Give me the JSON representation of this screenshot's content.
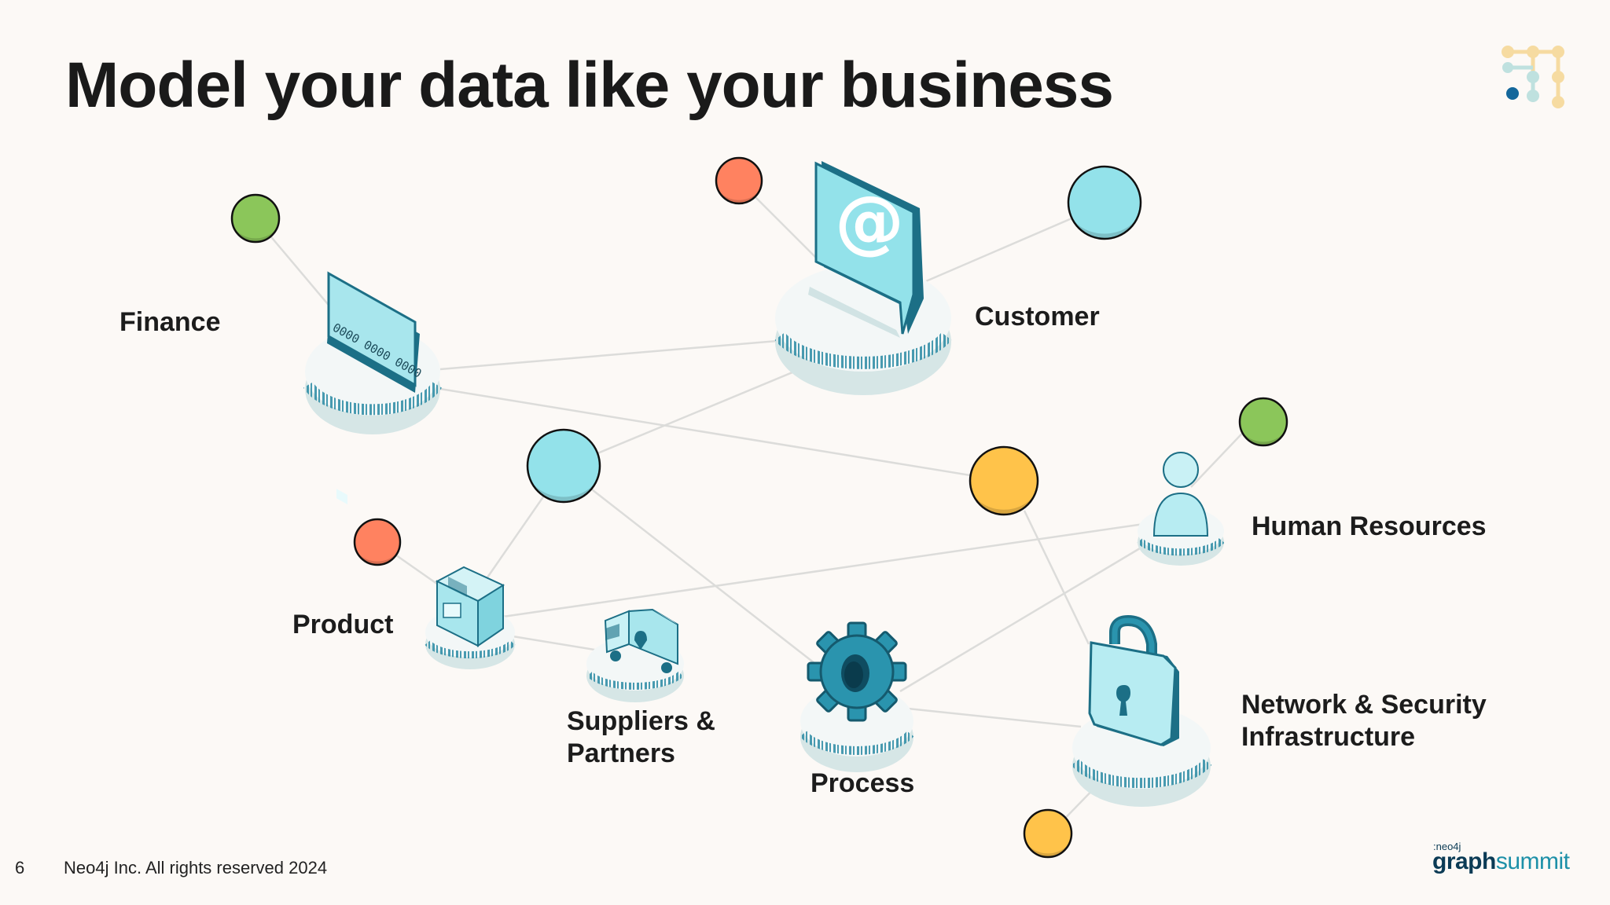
{
  "slide": {
    "title": "Model your data like your business",
    "page_number": "6",
    "copyright": "Neo4j Inc. All rights reserved 2024"
  },
  "brand": {
    "prefix": ":neo4j",
    "name_bold": "graph",
    "name_light": "summit"
  },
  "labels": {
    "finance": "Finance",
    "customer": "Customer",
    "human_resources": "Human Resources",
    "product": "Product",
    "suppliers_line1": "Suppliers &",
    "suppliers_line2": "Partners",
    "process": "Process",
    "network_line1": "Network & Security",
    "network_line2": "Infrastructure"
  },
  "icons": {
    "finance": "credit-card-icon",
    "customer": "email-speech-bubble-icon",
    "human_resources": "person-icon",
    "product": "package-box-icon",
    "suppliers": "delivery-truck-icon",
    "process": "gear-icon",
    "network": "padlock-icon",
    "logo": "graph-dots-logo-icon"
  },
  "colors": {
    "green": "#8bc65a",
    "orange": "#ff8260",
    "cyan": "#93e2ea",
    "yellow": "#ffc34a",
    "teal_dark": "#1c6f86",
    "edge": "#dcdcda",
    "background": "#fcf9f6"
  }
}
